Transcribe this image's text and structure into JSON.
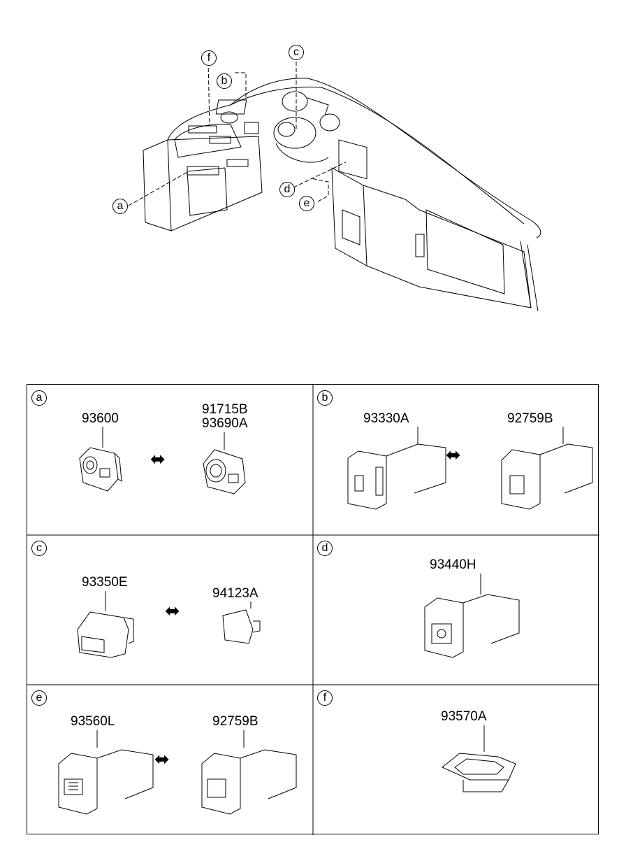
{
  "overview": {
    "callouts": [
      "a",
      "b",
      "c",
      "d",
      "e",
      "f"
    ]
  },
  "panels": {
    "a": {
      "tag": "a",
      "left_part": "93600",
      "right_part_1": "91715B",
      "right_part_2": "93690A"
    },
    "b": {
      "tag": "b",
      "left_part": "93330A",
      "right_part": "92759B"
    },
    "c": {
      "tag": "c",
      "left_part": "93350E",
      "right_part": "94123A"
    },
    "d": {
      "tag": "d",
      "part": "93440H"
    },
    "e": {
      "tag": "e",
      "left_part": "93560L",
      "right_part": "92759B"
    },
    "f": {
      "tag": "f",
      "part": "93570A"
    }
  },
  "symbols": {
    "interchange": "⬌"
  }
}
